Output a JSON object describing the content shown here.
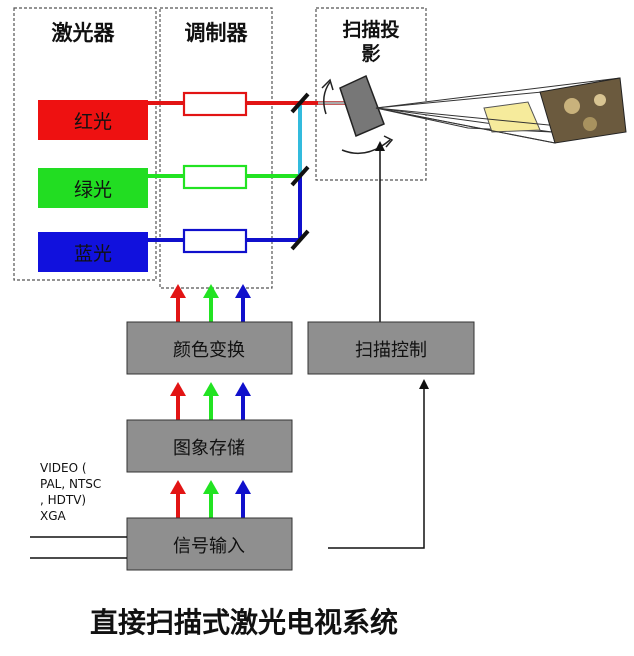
{
  "labels": {
    "laser_group": "激光器",
    "modulator_group": "调制器",
    "scan_group_line1": "扫描投",
    "scan_group_line2": "影"
  },
  "lasers": {
    "red": "红光",
    "green": "绿光",
    "blue": "蓝光"
  },
  "blocks": {
    "color_transform": "颜色变换",
    "scan_control": "扫描控制",
    "image_storage": "图象存储",
    "signal_input": "信号输入"
  },
  "video_input": {
    "line1": "VIDEO (",
    "line2": "PAL, NTSC",
    "line3": ", HDTV)",
    "line4": "XGA"
  },
  "caption": "直接扫描式激光电视系统",
  "colors": {
    "red": "#e21414",
    "green": "#22e322",
    "blue": "#1010cc",
    "cyan": "#33bbdd",
    "block_fill": "#8f8f8f",
    "laser_red": "#ee1111",
    "laser_green": "#22dd22",
    "laser_blue": "#1111dd"
  }
}
